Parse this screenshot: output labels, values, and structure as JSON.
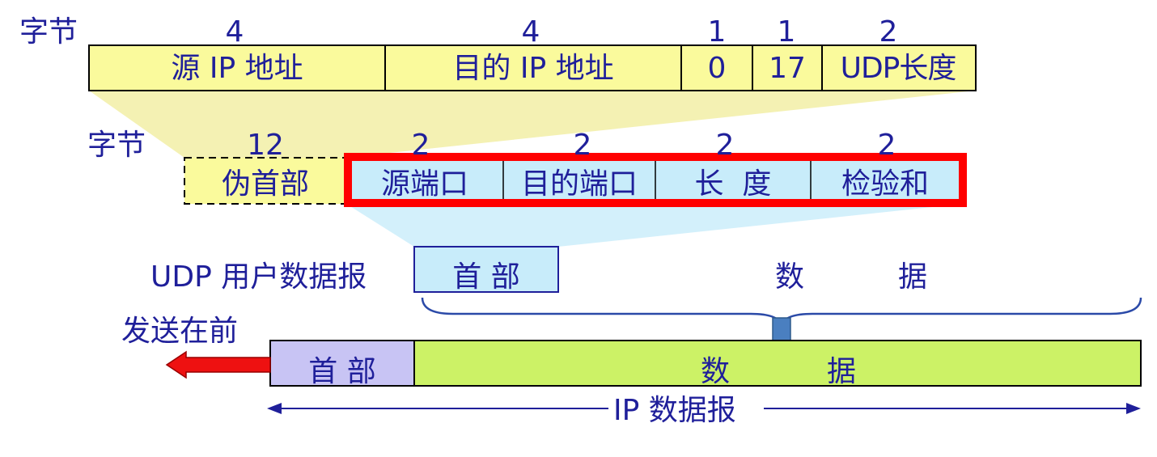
{
  "row1": {
    "bytes_label": "字节",
    "byte_counts": [
      "4",
      "4",
      "1",
      "1",
      "2"
    ],
    "fields": [
      "源 IP 地址",
      "目的 IP 地址",
      "0",
      "17",
      "UDP长度"
    ]
  },
  "row2": {
    "bytes_label": "字节",
    "byte_counts": [
      "12",
      "2",
      "2",
      "2",
      "2"
    ],
    "pseudo_header": "伪首部",
    "fields": [
      "源端口",
      "目的端口",
      "长  度",
      "检验和"
    ]
  },
  "udp": {
    "label": "UDP 用户数据报",
    "header": "首 部",
    "data_left": "数",
    "data_right": "据"
  },
  "ip": {
    "send_first": "发送在前",
    "header": "首 部",
    "data_left": "数",
    "data_right": "据",
    "label": "IP 数据报"
  },
  "colors": {
    "text": "#1f1f9a",
    "pseudo_fill": "#fafa9c",
    "udp_header_fill": "#c8ecfa",
    "highlight_border": "#ff0000",
    "ip_header_fill": "#c8c4f4",
    "ip_data_fill": "#ccf266",
    "send_arrow": "#ee1111",
    "down_arrow": "#4a7fc0"
  }
}
